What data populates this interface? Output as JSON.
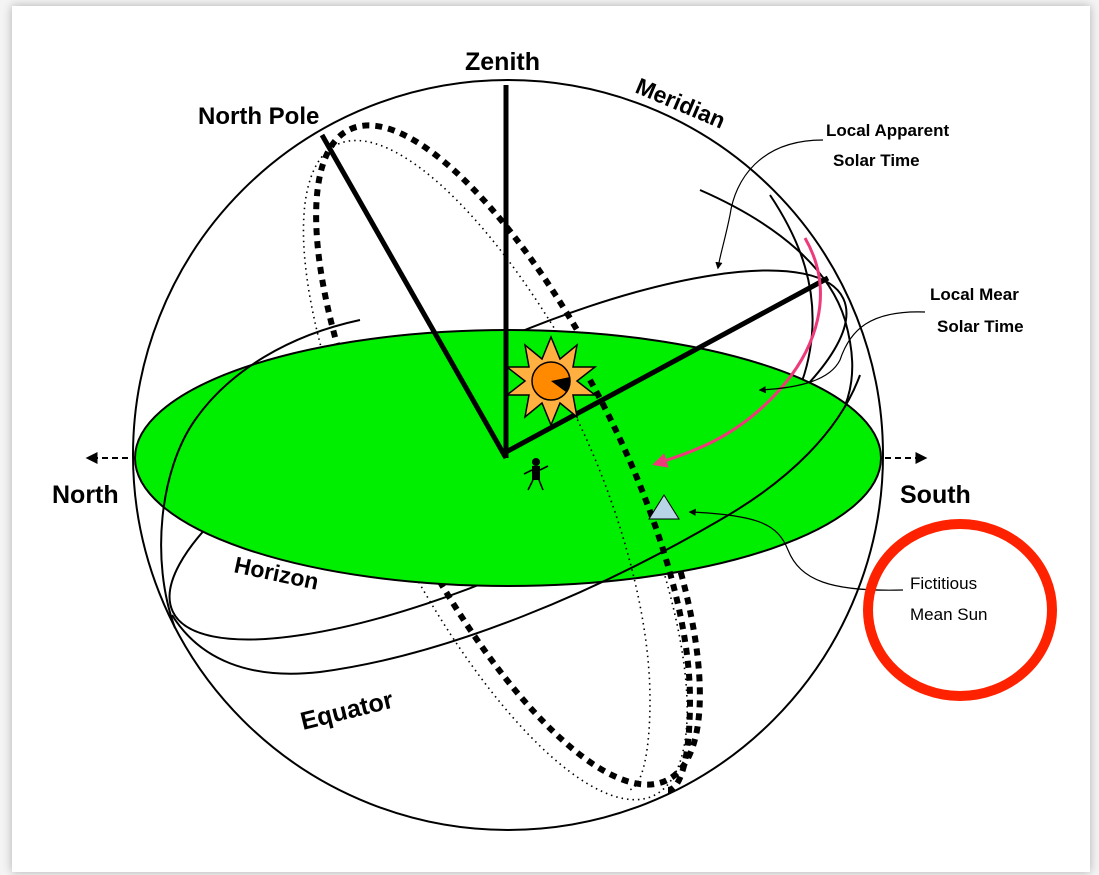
{
  "labels": {
    "zenith": "Zenith",
    "north_pole": "North Pole",
    "meridian": "Meridian",
    "local_apparent_solar_time_1": "Local Apparent",
    "local_apparent_solar_time_2": "Solar Time",
    "local_mean_solar_time_1": "Local Mear",
    "local_mean_solar_time_2": "Solar Time",
    "north": "North",
    "south": "South",
    "horizon": "Horizon",
    "equator": "Equator",
    "fictitious_mean_sun_1": "Fictitious",
    "fictitious_mean_sun_2": "Mean Sun"
  },
  "colors": {
    "horizon_plane": "#00ee00",
    "sun_rays": "#ffb040",
    "sun_core": "#ff8a00",
    "hour_angle_arrow": "#ee3a7a",
    "mean_sun_marker": "#b7d5e6",
    "highlight_circle": "#ff2200",
    "lines": "#000000"
  }
}
